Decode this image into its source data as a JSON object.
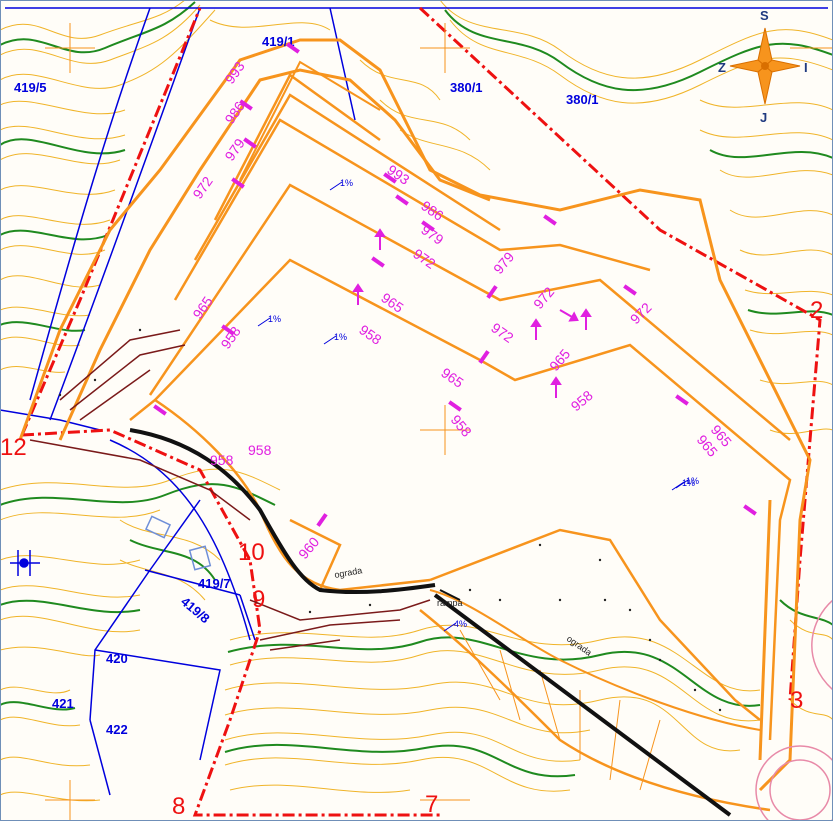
{
  "colors": {
    "background": "#fffdf8",
    "contour_minor": "#f0b429",
    "contour_major": "#1f8a1f",
    "parcel_line": "#0000dd",
    "boundary_line": "#ee1111",
    "design_line": "#f7941d",
    "elevation_label": "#e020e0",
    "road": "#111111",
    "ramp_line": "#7a1a1a"
  },
  "compass": {
    "north": "S",
    "south": "J",
    "west": "Z",
    "east": "I"
  },
  "parcels": [
    "419/1",
    "419/5",
    "380/1",
    "380/1",
    "419/7",
    "419/8",
    "420",
    "421",
    "422"
  ],
  "boundary_points": [
    "2",
    "3",
    "7",
    "8",
    "9",
    "10",
    "12"
  ],
  "elevations": [
    "993",
    "986",
    "979",
    "972",
    "993",
    "986",
    "979",
    "972",
    "979",
    "972",
    "972",
    "965",
    "965",
    "958",
    "958",
    "965",
    "965",
    "972",
    "965",
    "958",
    "958",
    "958",
    "965",
    "958",
    "960"
  ],
  "slopes": [
    "1%",
    "1%",
    "1%",
    "1%",
    "1%",
    "4%"
  ],
  "annotations": {
    "fence_upper": "ograda",
    "fence_lower": "ograda",
    "ramp": "rampa"
  }
}
